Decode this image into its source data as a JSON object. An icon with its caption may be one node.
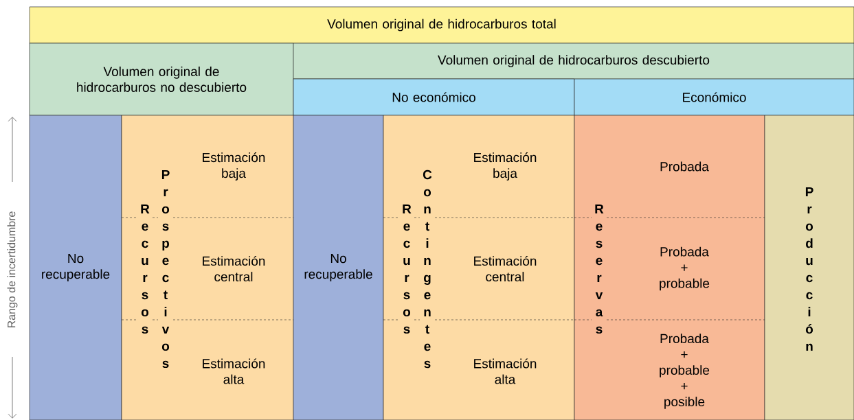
{
  "diagram": {
    "nodes": [
      {
        "text": [
          "Volumen original de hidrocarburos total"
        ]
      },
      {
        "text": [
          "Volumen original de hidrocarburos no descubierto"
        ]
      },
      {
        "text": [
          "Volumen original de hidrocarburos descubierto"
        ]
      },
      {
        "text": [
          "No económico"
        ]
      },
      {
        "text": [
          "Económico"
        ]
      },
      {
        "text": [
          "No recuperable"
        ]
      },
      {
        "text": [
          "Recursos",
          "Prospectivos"
        ]
      },
      {
        "text": [
          "Estimación baja"
        ],
        "in": 6
      },
      {
        "text": [
          "Estimación central"
        ],
        "in": 6
      },
      {
        "text": [
          "Estimación alta"
        ],
        "in": 6
      },
      {
        "text": [
          "No recuperable"
        ]
      },
      {
        "text": [
          "Recursos",
          "Contingentes"
        ]
      },
      {
        "text": [
          "Estimación baja"
        ],
        "in": 11
      },
      {
        "text": [
          "Estimación central"
        ],
        "in": 11
      },
      {
        "text": [
          "Estimación alta"
        ],
        "in": 11
      },
      {
        "text": [
          "Reservas"
        ]
      },
      {
        "text": [
          "Probada"
        ],
        "in": 15
      },
      {
        "text": [
          "Probada + probable"
        ],
        "in": 15
      },
      {
        "text": [
          "Probada + probable + posible"
        ],
        "in": 15
      },
      {
        "text": [
          "Producción"
        ]
      }
    ],
    "labels": [
      "Rango de incertidumbre"
    ]
  }
}
